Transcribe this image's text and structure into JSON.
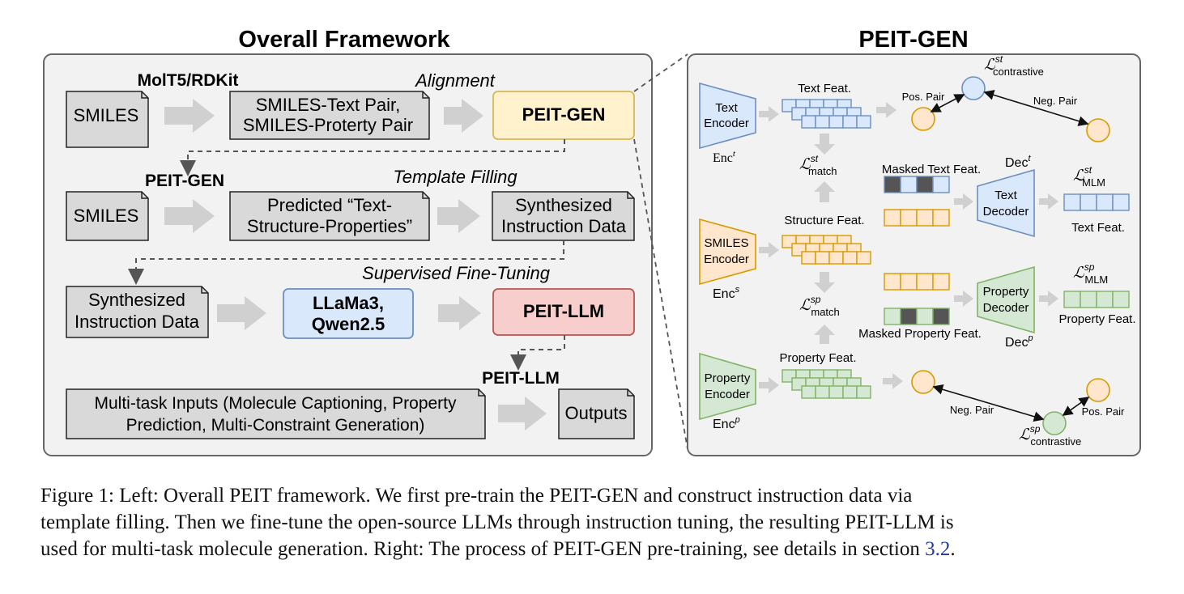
{
  "left": {
    "title": "Overall Framework",
    "row1": {
      "top_label": "MolT5/RDKit",
      "step_label": "Alignment",
      "input": "SMILES",
      "middle_line1": "SMILES-Text Pair,",
      "middle_line2": "SMILES-Proterty Pair",
      "output": "PEIT-GEN"
    },
    "row2": {
      "top_label": "PEIT-GEN",
      "step_label": "Template Filling",
      "input": "SMILES",
      "middle_line1": "Predicted “Text-",
      "middle_line2": "Structure-Properties”",
      "output_line1": "Synthesized",
      "output_line2": "Instruction Data"
    },
    "row3": {
      "step_label": "Supervised Fine-Tuning",
      "input_line1": "Synthesized",
      "input_line2": "Instruction Data",
      "middle_line1": "LLaMa3,",
      "middle_line2": "Qwen2.5",
      "output": "PEIT-LLM"
    },
    "row4": {
      "top_label": "PEIT-LLM",
      "input_line1": "Multi-task Inputs (Molecule Captioning, Property",
      "input_line2": "Prediction, Multi-Constraint Generation)",
      "output": "Outputs"
    }
  },
  "right": {
    "title": "PEIT-GEN",
    "text_encoder_line1": "Text",
    "text_encoder_line2": "Encoder",
    "enc_t_base": "Enc",
    "enc_t_sup": "t",
    "smiles_encoder_line1": "SMILES",
    "smiles_encoder_line2": "Encoder",
    "enc_s_base": "Enc",
    "enc_s_sup": "s",
    "property_encoder_line1": "Property",
    "property_encoder_line2": "Encoder",
    "enc_p_base": "Enc",
    "enc_p_sup": "p",
    "text_feat": "Text Feat.",
    "structure_feat": "Structure Feat.",
    "property_feat": "Property Feat.",
    "masked_text_feat": "Masked Text Feat.",
    "masked_property_feat": "Masked Property Feat.",
    "text_decoder_line1": "Text",
    "text_decoder_line2": "Decoder",
    "dec_t_base": "Dec",
    "dec_t_sup": "t",
    "property_decoder_line1": "Property",
    "property_decoder_line2": "Decoder",
    "dec_p_base": "Dec",
    "dec_p_sup": "p",
    "text_feat_out": "Text Feat.",
    "property_feat_out": "Property Feat.",
    "pos_pair_top": "Pos. Pair",
    "neg_pair_top": "Neg. Pair",
    "pos_pair_bottom": "Pos. Pair",
    "neg_pair_bottom": "Neg. Pair",
    "loss_symbol": "ℒ",
    "loss_contrastive_st_sup": "st",
    "loss_contrastive_st_sub": "contrastive",
    "loss_match_st_sup": "st",
    "loss_match_st_sub": "match",
    "loss_match_sp_sup": "sp",
    "loss_match_sp_sub": "match",
    "loss_mlm_st_sup": "st",
    "loss_mlm_st_sub": "MLM",
    "loss_mlm_sp_sup": "sp",
    "loss_mlm_sp_sub": "MLM",
    "loss_contrastive_sp_sup": "sp",
    "loss_contrastive_sp_sub": "contrastive"
  },
  "caption": {
    "line1": "Figure 1: Left: Overall PEIT framework. We first pre-train the PEIT-GEN and construct instruction data via",
    "line2": "template filling. Then we fine-tune the open-source LLMs through instruction tuning, the resulting PEIT-LLM is",
    "line3_before_ref": "used for multi-task molecule generation. Right: The process of PEIT-GEN pre-training, see details in section ",
    "ref": "3.2",
    "line3_after_ref": "."
  },
  "colors": {
    "panel_bg": "#f2f2f2",
    "panel_border": "#666666",
    "doc_fill": "#d9d9d9",
    "gen_fill": "#fff2cc",
    "gen_stroke": "#d6b656",
    "llm_fill": "#f8cecc",
    "llm_stroke": "#b85450",
    "base_fill": "#dae8fc",
    "base_stroke": "#6c8ebf",
    "text_blue_fill": "#dae8fc",
    "orange_fill": "#ffe6cc",
    "orange_stroke": "#d79b00",
    "green_fill": "#d5e8d4",
    "green_stroke": "#82b366",
    "arrow": "#d0d0d0"
  }
}
